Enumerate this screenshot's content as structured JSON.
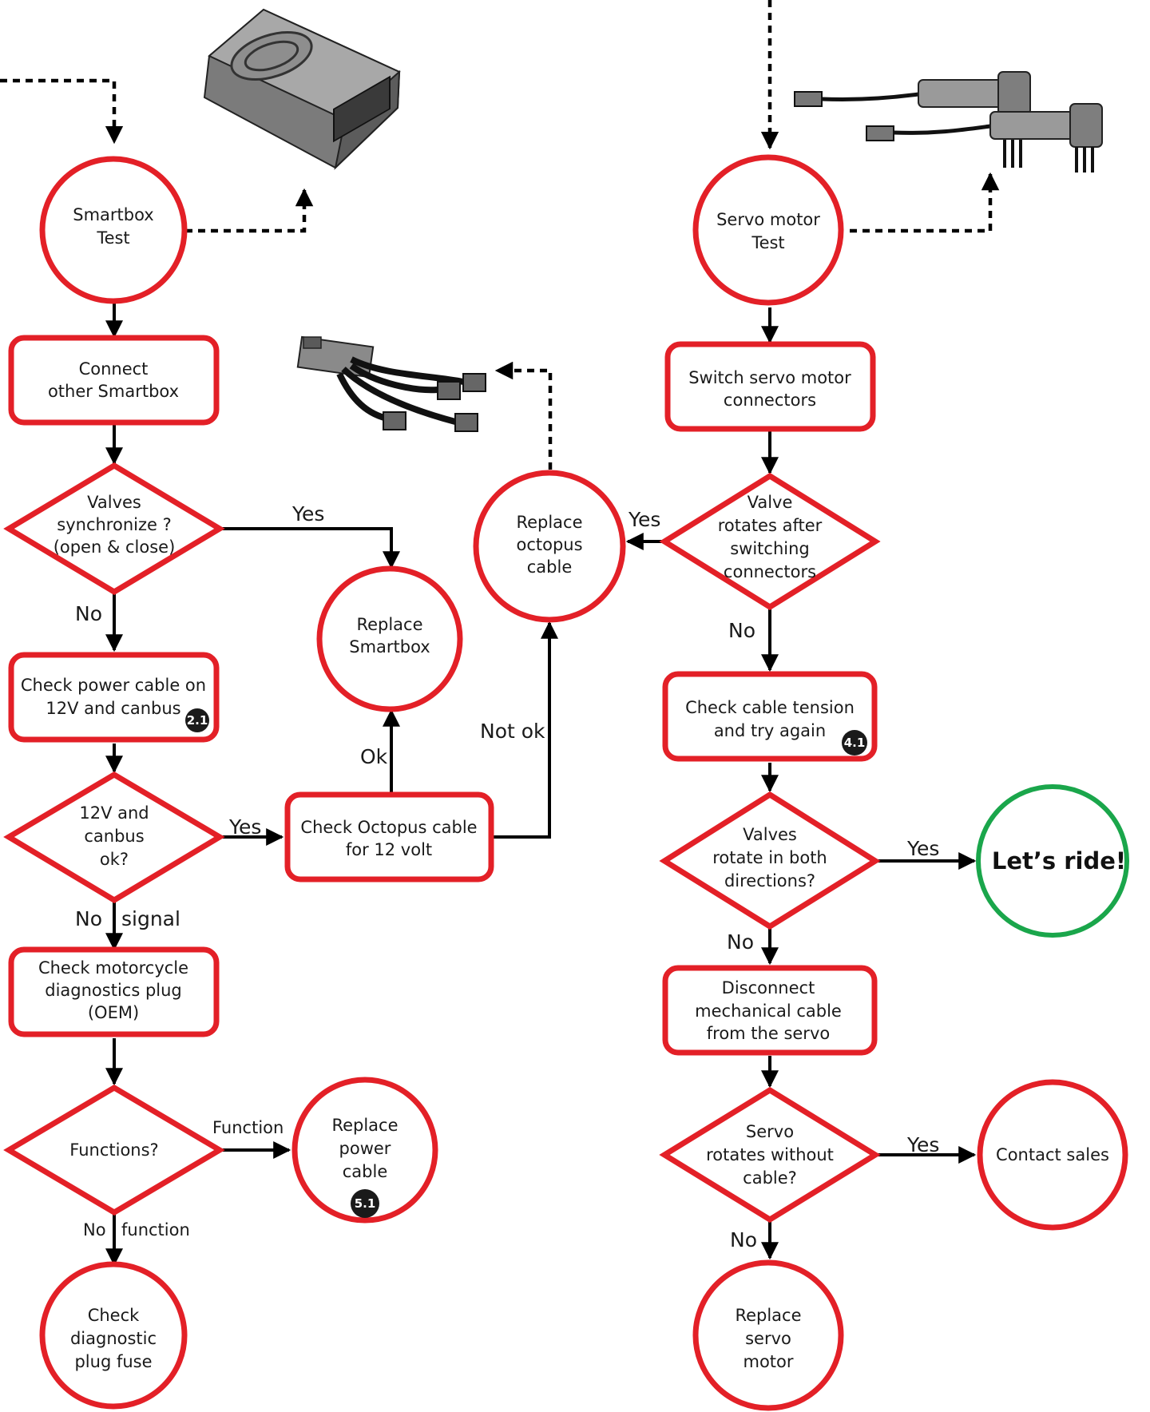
{
  "nodes": {
    "smartbox_test": [
      "Smartbox",
      "Test"
    ],
    "connect_other": [
      "Connect",
      "other Smartbox"
    ],
    "valves_sync": [
      "Valves",
      "synchronize ?",
      "(open & close)"
    ],
    "replace_smartbox": [
      "Replace",
      "Smartbox"
    ],
    "check_power": [
      "Check power cable on",
      "12V and canbus"
    ],
    "v12_ok": [
      "12V and",
      "canbus",
      "ok?"
    ],
    "check_octopus": [
      "Check Octopus cable",
      "for 12 volt"
    ],
    "check_diag_plug": [
      "Check motorcycle",
      "diagnostics plug",
      "(OEM)"
    ],
    "functions": [
      "Functions?"
    ],
    "replace_power": [
      "Replace",
      "power",
      "cable"
    ],
    "check_fuse": [
      "Check",
      "diagnostic",
      "plug fuse"
    ],
    "replace_octopus": [
      "Replace",
      "octopus",
      "cable"
    ],
    "servo_test": [
      "Servo motor",
      "Test"
    ],
    "switch_servo": [
      "Switch servo motor",
      "connectors"
    ],
    "valve_rotates": [
      "Valve",
      "rotates after",
      "switching",
      "connectors"
    ],
    "check_tension": [
      "Check cable tension",
      "and try again"
    ],
    "valves_both": [
      "Valves",
      "rotate in both",
      "directions?"
    ],
    "lets_ride": [
      "Let’s ride!"
    ],
    "disconnect": [
      "Disconnect",
      "mechanical cable",
      "from the servo"
    ],
    "servo_without": [
      "Servo",
      "rotates without",
      "cable?"
    ],
    "contact_sales": [
      "Contact sales"
    ],
    "replace_servo": [
      "Replace",
      "servo",
      "motor"
    ]
  },
  "edge_labels": {
    "sync_yes": "Yes",
    "sync_no": "No",
    "v12_yes": "Yes",
    "v12_no": "No",
    "v12_signal": "signal",
    "octo_ok": "Ok",
    "octo_not_ok": "Not ok",
    "func_yes": "Function",
    "func_no": "No",
    "func_no_fn": "function",
    "rot_yes": "Yes",
    "rot_no": "No",
    "both_yes": "Yes",
    "both_no": "No",
    "servo_yes": "Yes",
    "servo_no": "No"
  },
  "badges": {
    "check_power": "2.1",
    "replace_power": "5.1",
    "check_tension": "4.1"
  },
  "colors": {
    "node_border": "#e32027",
    "success_border": "#1aa64b",
    "arrow": "#000000"
  },
  "illustrations": [
    "smartbox-device",
    "octopus-cable-harness",
    "servo-motors"
  ]
}
